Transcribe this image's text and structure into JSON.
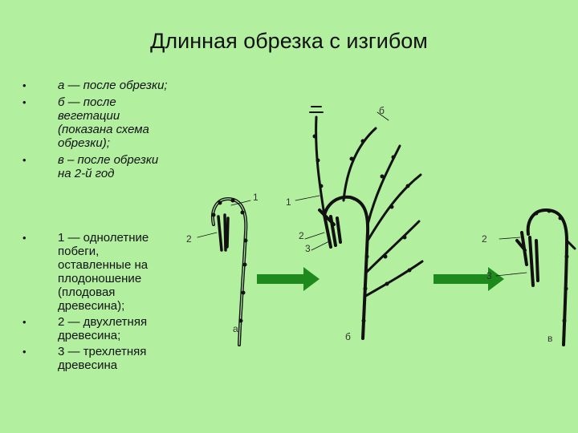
{
  "title": "Длинная обрезка с изгибом",
  "legend_letters": [
    "а — после обрезки;",
    "б — после вегетации (показана схема обрезки);",
    "в – после обрезки на 2-й год"
  ],
  "legend_numbers": [
    "1 — однолетние побеги, оставленные на плодоношение (плодовая древесина);",
    "2 — двухлетняя древесина;",
    "3 — трехлетняя древесина"
  ],
  "diagram_labels": {
    "a_letter": "а",
    "b_letter_bottom": "б",
    "b_letter_top": "б",
    "v_letter": "в",
    "a_1": "1",
    "a_2": "2",
    "b_1": "1",
    "b_2": "2",
    "b_3": "3",
    "v_2": "2",
    "v_3": "3"
  },
  "colors": {
    "background": "#b2f0a0",
    "arrow": "#1e8a1e",
    "stem": "#111111"
  }
}
